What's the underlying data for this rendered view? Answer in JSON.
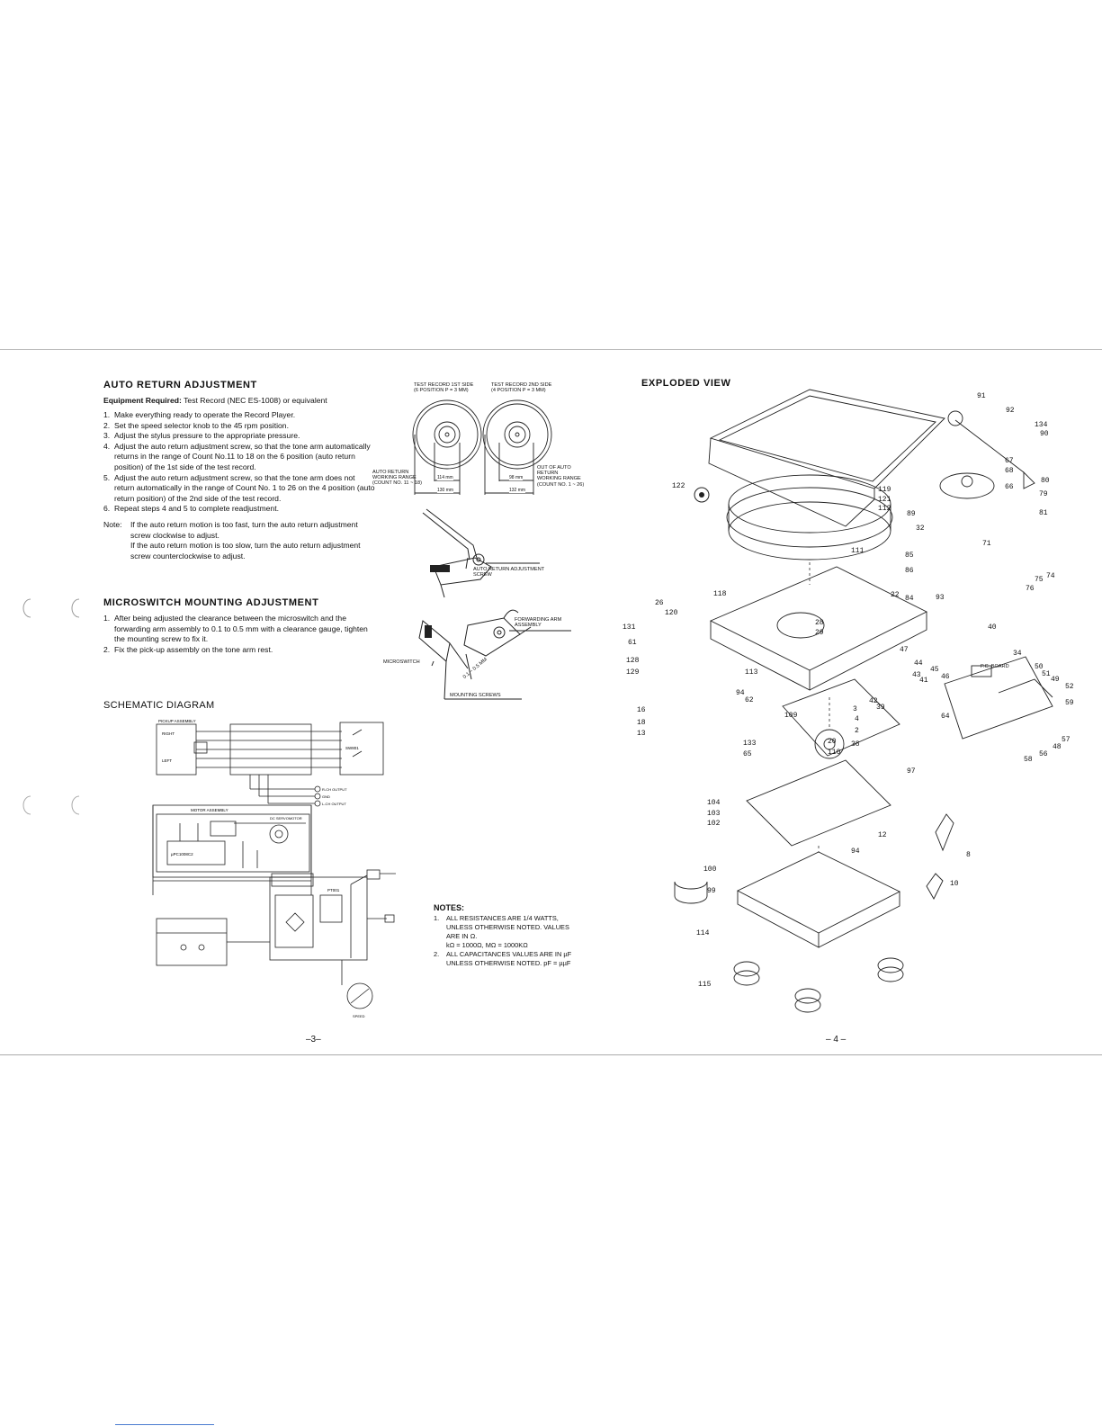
{
  "left_page": {
    "auto_return": {
      "title": "AUTO RETURN ADJUSTMENT",
      "equipment_label": "Equipment Required:",
      "equipment_value": "Test Record (NEC ES-1008) or equivalent",
      "steps": [
        {
          "num": "1.",
          "text": "Make everything ready to operate the Record Player."
        },
        {
          "num": "2.",
          "text": "Set the speed selector knob to the 45 rpm position."
        },
        {
          "num": "3.",
          "text": "Adjust the stylus pressure to the appropriate pressure."
        },
        {
          "num": "4.",
          "text": "Adjust the auto return adjustment screw, so that the tone arm automatically returns in the range of Count No.11 to 18 on the 6 position (auto return position) of the 1st side of the test record."
        },
        {
          "num": "5.",
          "text": "Adjust the auto return adjustment screw, so that the tone arm does not return automatically in the range of Count No. 1 to 26 on the 4 position (auto return position) of the 2nd side of the test record."
        },
        {
          "num": "6.",
          "text": "Repeat steps 4 and 5 to complete readjustment."
        }
      ],
      "note_label": "Note:",
      "note_lines": [
        "If the auto return motion is too fast, turn the auto return adjustment screw clockwise to adjust.",
        "If the auto return motion is too slow, turn the auto return adjustment screw counterclockwise to adjust."
      ]
    },
    "test_record_fig": {
      "side1_caption_1": "TEST RECORD 1ST SIDE",
      "side1_caption_2": "(6 POSITION  P = 3 mm)",
      "side2_caption_1": "TEST RECORD 2ND SIDE",
      "side2_caption_2": "(4 POSITION  P = 3 mm)",
      "auto_return_range": [
        "AUTO RETURN",
        "WORKING RANGE",
        "(COUNT NO. 11 ~ 18)"
      ],
      "out_of_range": [
        "OUT OF AUTO",
        "RETURN",
        "WORKING RANGE",
        "(COUNT NO. 1 ~ 26)"
      ],
      "dim_114": "114 mm",
      "dim_130": "130 mm",
      "dim_98": "98 mm",
      "dim_132": "132 mm",
      "screw_label": [
        "AUTO RETURN ADJUSTMENT",
        "SCREW"
      ]
    },
    "microswitch": {
      "title": "MICROSWITCH  MOUNTING  ADJUSTMENT",
      "steps": [
        {
          "num": "1.",
          "text": "After being adjusted the clearance between the microswitch and the forwarding arm assembly to 0.1 to 0.5 mm with a clearance gauge, tighten the mounting screw to fix it."
        },
        {
          "num": "2.",
          "text": "Fix the pick-up assembly on the tone arm rest."
        }
      ],
      "fig_labels": {
        "forwarding": [
          "FORWARDING ARM",
          "ASSEMBLY"
        ],
        "microswitch": "MICROSWITCH",
        "clearance": "0.1 ~ 0.5 mm",
        "mounting": "MOUNTING SCREWS"
      }
    },
    "schematic": {
      "title": "SCHEMATIC DIAGRAM",
      "labels": {
        "pickup": "PICKUP ASSEMBLY",
        "right": "RIGHT",
        "left": "LEFT",
        "sw": "SW801",
        "r_out": "R-CH OUTPUT",
        "gnd": "GND",
        "l_out": "L-CH OUTPUT",
        "motor": "MOTOR ASSEMBLY",
        "ic": "µPC1008C2",
        "servo": "DC SERVOMOTOR",
        "pt": "PT001",
        "speed": "SPEED"
      }
    },
    "notes": {
      "title": "NOTES:",
      "items": [
        {
          "num": "1.",
          "lines": [
            "ALL RESISTANCES ARE 1/4 WATTS,",
            "UNLESS OTHERWISE NOTED. VALUES",
            "ARE IN Ω.",
            "kΩ = 1000Ω, MΩ = 1000KΩ"
          ]
        },
        {
          "num": "2.",
          "lines": [
            "ALL CAPACITANCES VALUES ARE IN µF",
            "UNLESS OTHERWISE NOTED.  pF = µµF"
          ]
        }
      ]
    },
    "page_number": "–3–"
  },
  "right_page": {
    "title": "EXPLODED VIEW",
    "callouts": [
      "91",
      "92",
      "134",
      "90",
      "67",
      "68",
      "80",
      "66",
      "79",
      "81",
      "122",
      "119",
      "121",
      "112",
      "89",
      "32",
      "71",
      "111",
      "85",
      "86",
      "75",
      "74",
      "76",
      "118",
      "26",
      "120",
      "22",
      "84",
      "93",
      "131",
      "61",
      "28",
      "29",
      "40",
      "47",
      "34",
      "P.C. BOARD",
      "44",
      "45",
      "43",
      "46",
      "41",
      "50",
      "51",
      "49",
      "52",
      "128",
      "129",
      "113",
      "94",
      "62",
      "42",
      "39",
      "64",
      "59",
      "16",
      "18",
      "13",
      "109",
      "3",
      "4",
      "2",
      "57",
      "48",
      "56",
      "58",
      "133",
      "65",
      "20",
      "110",
      "38",
      "97",
      "104",
      "103",
      "102",
      "12",
      "8",
      "94",
      "100",
      "99",
      "10",
      "114",
      "115"
    ],
    "page_number": "– 4 –"
  }
}
